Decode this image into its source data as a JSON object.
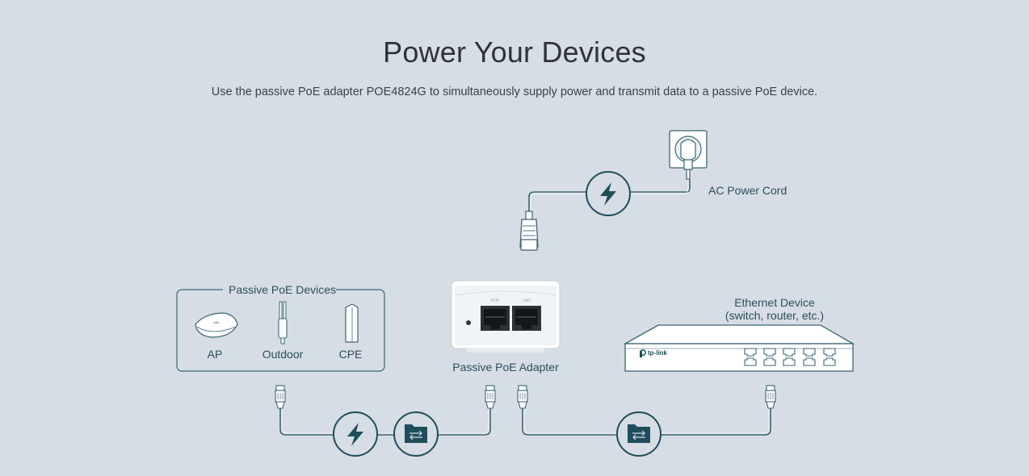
{
  "header": {
    "title": "Power Your Devices",
    "subtitle": "Use the passive PoE adapter POE4824G to simultaneously supply power and transmit data to a passive PoE device."
  },
  "labels": {
    "ac_power_cord": "AC Power Cord",
    "passive_poe_devices": "Passive PoE Devices",
    "ap": "AP",
    "outdoor": "Outdoor",
    "cpe": "CPE",
    "passive_poe_adapter": "Passive PoE Adapter",
    "ethernet_device_line1": "Ethernet Device",
    "ethernet_device_line2": "(switch, router, etc.)",
    "adapter_port_poe": "POE",
    "adapter_port_lan": "LAN",
    "switch_brand": "tp-link"
  },
  "colors": {
    "background": "#d6dde5",
    "accent": "#1e4d5b",
    "line": "#3c6673"
  }
}
